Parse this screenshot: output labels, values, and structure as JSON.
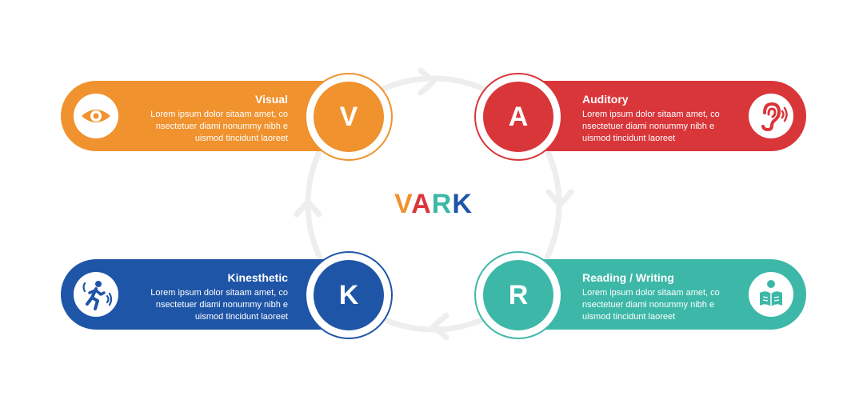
{
  "center": {
    "letters": [
      {
        "char": "V",
        "color": "#f0922e"
      },
      {
        "char": "A",
        "color": "#d9363a"
      },
      {
        "char": "R",
        "color": "#3db8a8"
      },
      {
        "char": "K",
        "color": "#1f55a7"
      }
    ]
  },
  "ring_color": "#eeeeee",
  "quadrants": {
    "visual": {
      "title": "Visual",
      "letter": "V",
      "description": "Lorem ipsum dolor sitaam amet, co\nnsectetuer diami nonummy  nibh e\nuismod tincidunt laoreet",
      "color": "#f0922e",
      "icon": "eye-icon"
    },
    "auditory": {
      "title": "Auditory",
      "letter": "A",
      "description": "Lorem ipsum dolor sitaam amet, co\nnsectetuer diami nonummy  nibh e\nuismod tincidunt laoreet",
      "color": "#d9363a",
      "icon": "ear-icon"
    },
    "kinesthetic": {
      "title": "Kinesthetic",
      "letter": "K",
      "description": "Lorem ipsum dolor sitaam amet, co\nnsectetuer diami nonummy  nibh e\nuismod tincidunt laoreet",
      "color": "#1f55a7",
      "icon": "running-person-icon"
    },
    "reading": {
      "title": "Reading / Writing",
      "letter": "R",
      "description": "Lorem ipsum dolor sitaam amet, co\nnsectetuer diami nonummy  nibh e\nuismod tincidunt laoreet",
      "color": "#3db8a8",
      "icon": "reading-person-icon"
    }
  }
}
